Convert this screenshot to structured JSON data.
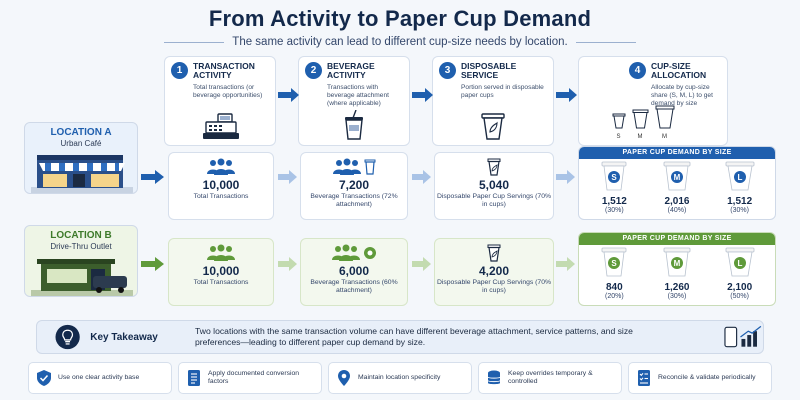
{
  "title": "From Activity to Paper Cup Demand",
  "subtitle": "The same activity can lead to different cup-size needs by location.",
  "steps": [
    {
      "num": "1",
      "title": "TRANSACTION ACTIVITY",
      "desc": "Total transactions (or beverage opportunities)",
      "icon": "cash-register-icon"
    },
    {
      "num": "2",
      "title": "BEVERAGE ACTIVITY",
      "desc": "Transactions with beverage attachment (where applicable)",
      "icon": "drink-cup-icon"
    },
    {
      "num": "3",
      "title": "DISPOSABLE SERVICE",
      "desc": "Portion served in disposable paper cups",
      "icon": "paper-cup-icon"
    },
    {
      "num": "4",
      "title": "CUP-SIZE ALLOCATION",
      "desc": "Allocate by cup-size share (S, M, L) to get demand by size",
      "icon": "cup-sizes-icon"
    }
  ],
  "size_labels": [
    "S",
    "M",
    "M"
  ],
  "locations": [
    {
      "name": "LOCATION A",
      "type": "Urban Café",
      "accent": "#1f5fae",
      "cards": [
        {
          "value": "10,000",
          "label": "Total Transactions",
          "icon": "people-icon"
        },
        {
          "value": "7,200",
          "label": "Beverage Transactions (72% attachment)",
          "icon": "people-cup-icon"
        },
        {
          "value": "5,040",
          "label": "Disposable Paper Cup Servings (70% in cups)",
          "icon": "paper-cup-icon"
        }
      ],
      "demand_title": "PAPER CUP DEMAND BY SIZE",
      "cups": [
        {
          "size": "S",
          "count": "1,512",
          "pct": "(30%)"
        },
        {
          "size": "M",
          "count": "2,016",
          "pct": "(40%)"
        },
        {
          "size": "L",
          "count": "1,512",
          "pct": "(30%)"
        }
      ]
    },
    {
      "name": "LOCATION B",
      "type": "Drive-Thru Outlet",
      "accent": "#5f9a3a",
      "cards": [
        {
          "value": "10,000",
          "label": "Total Transactions",
          "icon": "people-icon"
        },
        {
          "value": "6,000",
          "label": "Beverage Transactions (60% attachment)",
          "icon": "people-cup-icon"
        },
        {
          "value": "4,200",
          "label": "Disposable Paper Cup Servings (70% in cups)",
          "icon": "paper-cup-icon"
        }
      ],
      "demand_title": "PAPER CUP DEMAND BY SIZE",
      "cups": [
        {
          "size": "S",
          "count": "840",
          "pct": "(20%)"
        },
        {
          "size": "M",
          "count": "1,260",
          "pct": "(30%)"
        },
        {
          "size": "L",
          "count": "2,100",
          "pct": "(50%)"
        }
      ]
    }
  ],
  "takeaway": {
    "title": "Key Takeaway",
    "text": "Two locations with the same transaction volume can have different beverage attachment, service patterns, and size preferences—leading to different paper cup demand by size."
  },
  "tips": [
    {
      "text": "Use one clear activity base",
      "icon": "shield-check-icon"
    },
    {
      "text": "Apply documented conversion factors",
      "icon": "document-icon"
    },
    {
      "text": "Maintain location specificity",
      "icon": "location-pin-icon"
    },
    {
      "text": "Keep overrides temporary & controlled",
      "icon": "database-icon"
    },
    {
      "text": "Reconcile & validate periodically",
      "icon": "checklist-icon"
    }
  ],
  "colors": {
    "primary": "#1f5fae",
    "green": "#5f9a3a",
    "navy": "#13294b"
  }
}
